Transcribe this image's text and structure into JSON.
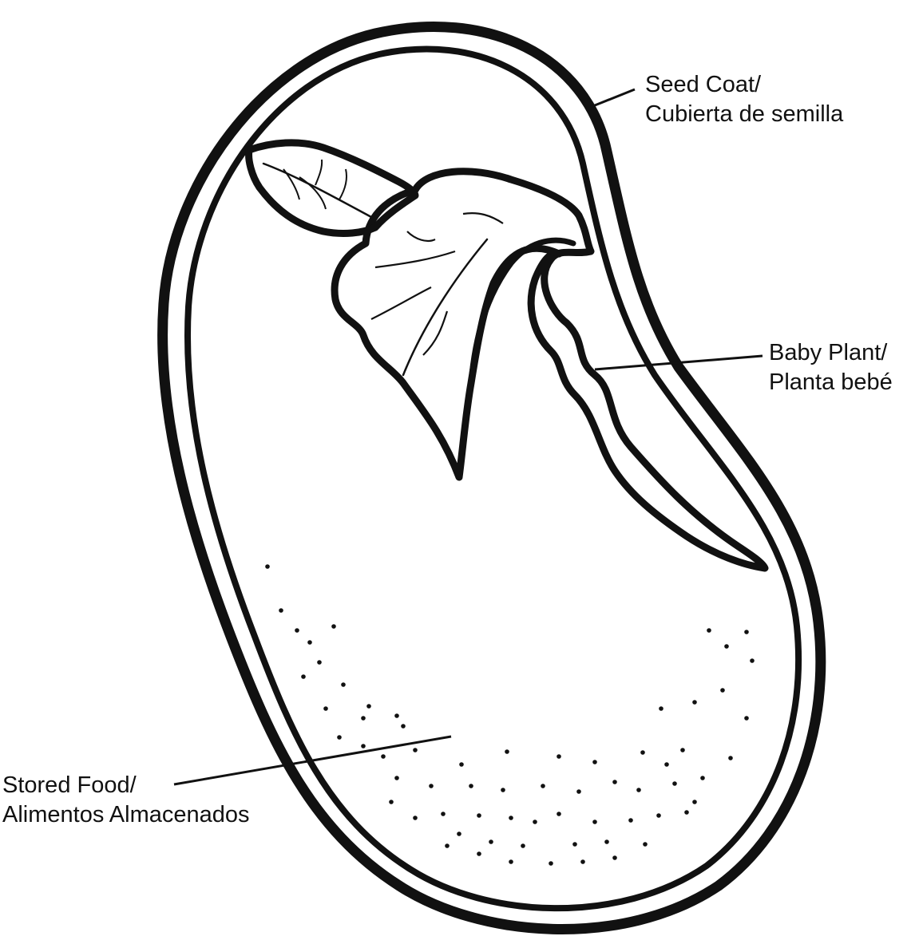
{
  "labels": {
    "seed_coat": {
      "line1": "Seed Coat/",
      "line2": "Cubierta de semilla"
    },
    "baby_plant": {
      "line1": "Baby Plant/",
      "line2": "Planta bebé"
    },
    "stored_food": {
      "line1": "Stored Food/",
      "line2": "Alimentos Almacenados"
    }
  },
  "colors": {
    "ink": "#111111",
    "background": "#ffffff"
  }
}
